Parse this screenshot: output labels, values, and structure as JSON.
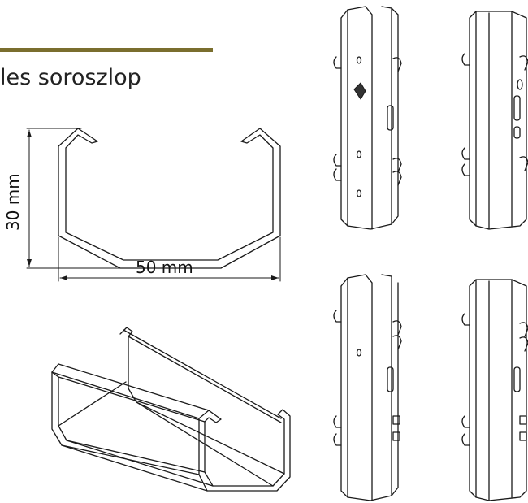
{
  "header": {
    "title": "les soroszlop",
    "accent_color": "#7a6e2e"
  },
  "profile": {
    "height_label": "30 mm",
    "width_label": "50 mm"
  },
  "colors": {
    "line": "#1a1a1a",
    "paper": "#ffffff"
  }
}
